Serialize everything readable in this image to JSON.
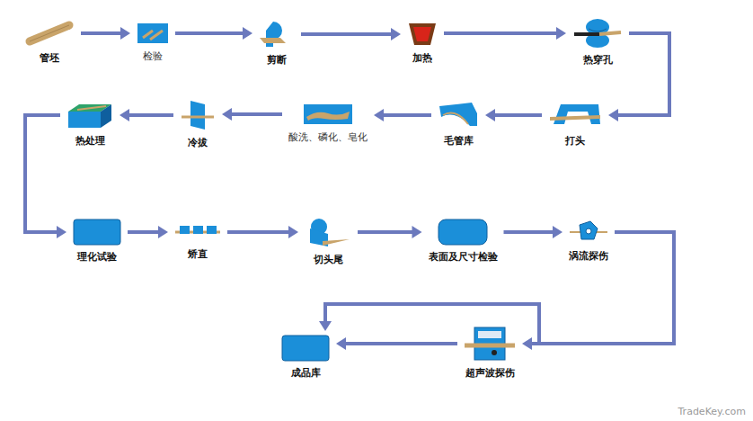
{
  "diagram": {
    "nodes": [
      {
        "text": [
          "管坯"
        ]
      },
      {
        "text": [
          "检验"
        ]
      },
      {
        "text": [
          "剪断"
        ]
      },
      {
        "text": [
          "加热"
        ]
      },
      {
        "text": [
          "热穿孔"
        ]
      },
      {
        "text": [
          "打头"
        ]
      },
      {
        "text": [
          "毛管库"
        ]
      },
      {
        "text": [
          "酸洗、磷化、皂化"
        ]
      },
      {
        "text": [
          "冷拔"
        ]
      },
      {
        "text": [
          "热处理"
        ]
      },
      {
        "text": [
          "理化试验"
        ]
      },
      {
        "text": [
          "矫直"
        ]
      },
      {
        "text": [
          "切头尾"
        ]
      },
      {
        "text": [
          "表面及尺寸检验"
        ]
      },
      {
        "text": [
          "涡流探伤"
        ]
      },
      {
        "text": [
          "超声波探伤"
        ]
      },
      {
        "text": [
          "成品库"
        ]
      }
    ],
    "edges": [
      {
        "from": 0,
        "to": 1,
        "arrow": "to"
      },
      {
        "from": 1,
        "to": 2,
        "arrow": "to"
      },
      {
        "from": 2,
        "to": 3,
        "arrow": "to"
      },
      {
        "from": 3,
        "to": 4,
        "arrow": "to"
      },
      {
        "from": 4,
        "to": 5,
        "arrow": "to"
      },
      {
        "from": 5,
        "to": 6,
        "arrow": "to"
      },
      {
        "from": 6,
        "to": 7,
        "arrow": "to"
      },
      {
        "from": 7,
        "to": 8,
        "arrow": "to"
      },
      {
        "from": 8,
        "to": 9,
        "arrow": "to"
      },
      {
        "from": 9,
        "to": 10,
        "arrow": "to"
      },
      {
        "from": 10,
        "to": 11,
        "arrow": "to"
      },
      {
        "from": 11,
        "to": 12,
        "arrow": "to"
      },
      {
        "from": 12,
        "to": 13,
        "arrow": "to"
      },
      {
        "from": 13,
        "to": 14,
        "arrow": "to"
      },
      {
        "from": 14,
        "to": 15,
        "arrow": "to"
      },
      {
        "from": 15,
        "to": 16,
        "arrow": "to"
      },
      {
        "from": 14,
        "to": 16,
        "arrow": "to"
      }
    ],
    "labels": [
      "TradeKey.com"
    ]
  }
}
